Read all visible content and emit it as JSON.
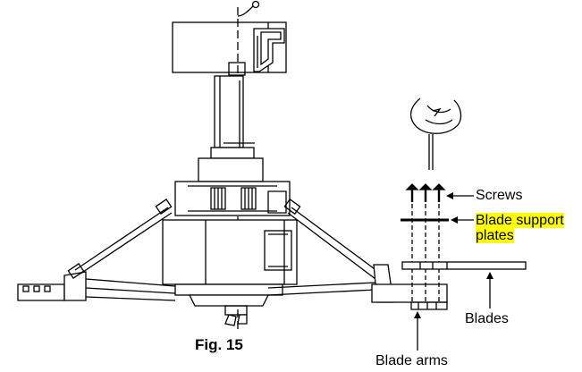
{
  "figure": {
    "caption": "Fig. 15"
  },
  "labels": {
    "screws": "Screws",
    "blade_support_plates_line1": "Blade support",
    "blade_support_plates_line2": "plates",
    "blades": "Blades",
    "blade_arms": "Blade arms"
  },
  "colors": {
    "line": "#000000",
    "highlight": "#ffff00",
    "background": "#ffffff"
  }
}
